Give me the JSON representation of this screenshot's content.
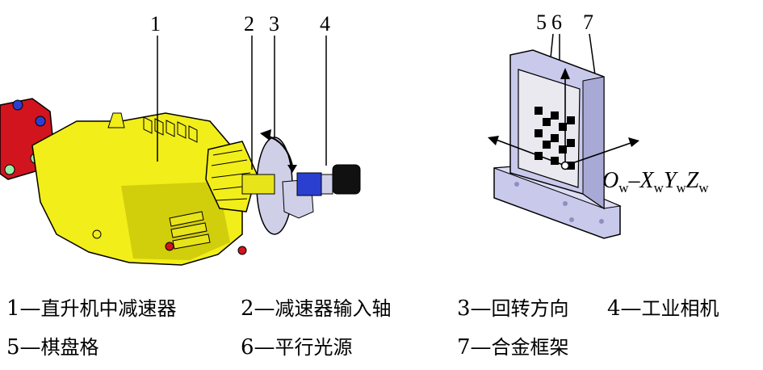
{
  "callouts": [
    "1",
    "2",
    "3",
    "4",
    "5",
    "6",
    "7"
  ],
  "coordinate_system": {
    "origin": "O",
    "x_axis": "X",
    "y_axis": "Y",
    "z_axis": "Z",
    "subscript": "w",
    "dash": "–"
  },
  "legend": {
    "row1": [
      {
        "num": "1",
        "sep": "—",
        "text": "直升机中减速器"
      },
      {
        "num": "2",
        "sep": "—",
        "text": "减速器输入轴"
      },
      {
        "num": "3",
        "sep": "—",
        "text": "回转方向"
      },
      {
        "num": "4",
        "sep": "—",
        "text": "工业相机"
      }
    ],
    "row2": [
      {
        "num": "5",
        "sep": "—",
        "text": "棋盘格"
      },
      {
        "num": "6",
        "sep": "—",
        "text": "平行光源"
      },
      {
        "num": "7",
        "sep": "—",
        "text": "合金框架"
      }
    ]
  },
  "colors": {
    "gearbox": "#f2ee1a",
    "gearbox_shadow": "#b7b400",
    "mount_red": "#d2141e",
    "flange": "#cfcfe8",
    "camera_blue": "#2a3fd0",
    "camera_black": "#111111",
    "frame": "#c9c9ec",
    "frame_dark": "#8e8ec0"
  }
}
